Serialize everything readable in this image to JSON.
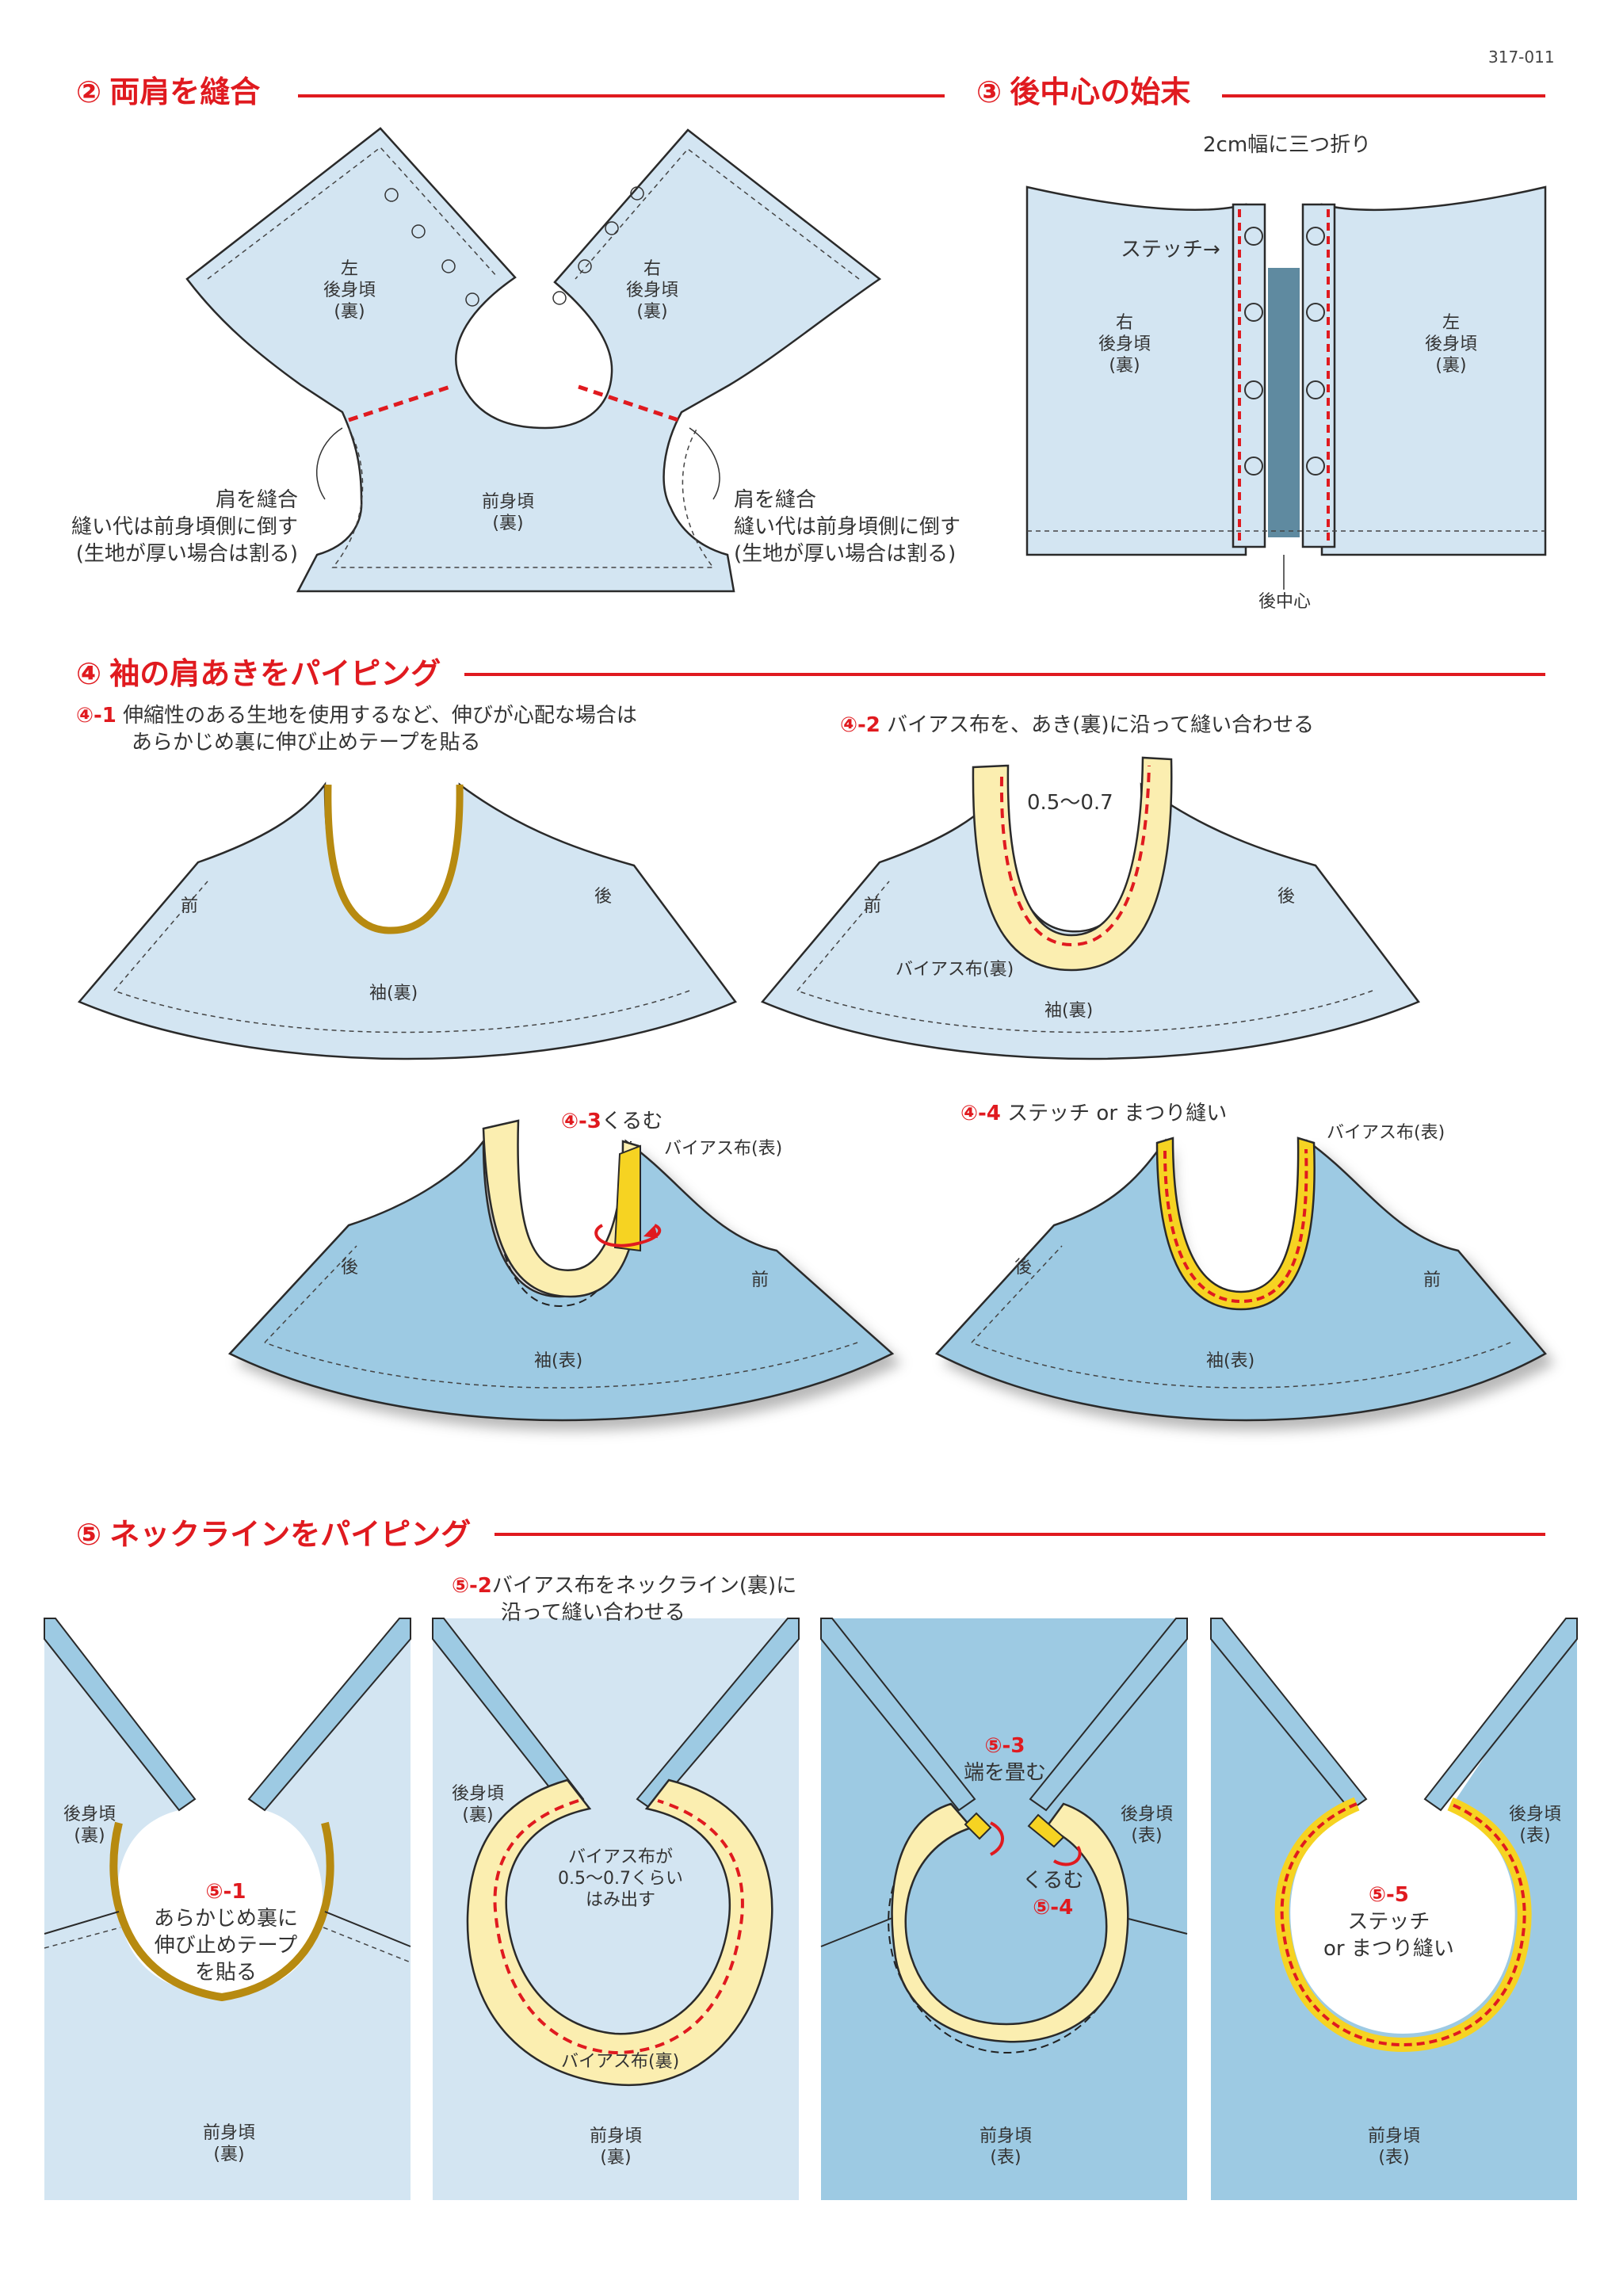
{
  "page_code": "317-011",
  "colors": {
    "accent": "#e01a1f",
    "fabric_back": "#d3e5f2",
    "fabric_front": "#9dcae3",
    "bias": "#fbeeb0",
    "stay_tape": "#b78a10",
    "stitch": "#e01a1f"
  },
  "sections": {
    "s2": {
      "num": "②",
      "title": "両肩を縫合"
    },
    "s3": {
      "num": "③",
      "title": "後中心の始末"
    },
    "s4": {
      "num": "④",
      "title": "袖の肩あきをパイピング"
    },
    "s5": {
      "num": "⑤",
      "title": "ネックラインをパイピング"
    }
  },
  "s2_labels": {
    "left_back": [
      "左",
      "後身頃",
      "(裏)"
    ],
    "right_back": [
      "右",
      "後身頃",
      "(裏)"
    ],
    "front": [
      "前身頃",
      "(裏)"
    ],
    "note_left": [
      "肩を縫合",
      "縫い代は前身頃側に倒す",
      "(生地が厚い場合は割る)"
    ],
    "note_right": [
      "肩を縫合",
      "縫い代は前身頃側に倒す",
      "(生地が厚い場合は割る)"
    ]
  },
  "s3_labels": {
    "fold": "2cm幅に三つ折り",
    "stitch": "ステッチ→",
    "right_back": [
      "右",
      "後身頃",
      "(裏)"
    ],
    "left_back": [
      "左",
      "後身頃",
      "(裏)"
    ],
    "center": "後中心"
  },
  "s4_labels": {
    "step1_num": "④-1",
    "step1_text": [
      "伸縮性のある生地を使用するなど、伸びが心配な場合は",
      "あらかじめ裏に伸び止めテープを貼る"
    ],
    "step2_num": "④-2",
    "step2_text": "バイアス布を、あき(裏)に沿って縫い合わせる",
    "step3_num": "④-3",
    "step3_text": "くるむ",
    "step4_num": "④-4",
    "step4_text": "ステッチ or まつり縫い",
    "front": "前",
    "back": "後",
    "sleeve_back": "袖(裏)",
    "sleeve_front": "袖(表)",
    "measure": "0.5〜0.7",
    "bias_back": "バイアス布(裏)",
    "bias_front": "バイアス布(表)"
  },
  "s5_labels": {
    "back_back": [
      "後身頃",
      "(裏)"
    ],
    "back_front": [
      "後身頃",
      "(表)"
    ],
    "front_back": [
      "前身頃",
      "(裏)"
    ],
    "front_front": [
      "前身頃",
      "(表)"
    ],
    "step1_num": "⑤-1",
    "step1_text": [
      "あらかじめ裏に",
      "伸び止めテープ",
      "を貼る"
    ],
    "step2_num": "⑤-2",
    "step2_text": [
      "バイアス布をネックライン(裏)に",
      "沿って縫い合わせる"
    ],
    "step2_inner": [
      "バイアス布が",
      "0.5〜0.7くらい",
      "はみ出す"
    ],
    "bias_back": "バイアス布(裏)",
    "step3_num": "⑤-3",
    "step3_text": "端を畳む",
    "step4_num": "⑤-4",
    "step4_text": "くるむ",
    "step5_num": "⑤-5",
    "step5_text": [
      "ステッチ",
      "or まつり縫い"
    ]
  }
}
